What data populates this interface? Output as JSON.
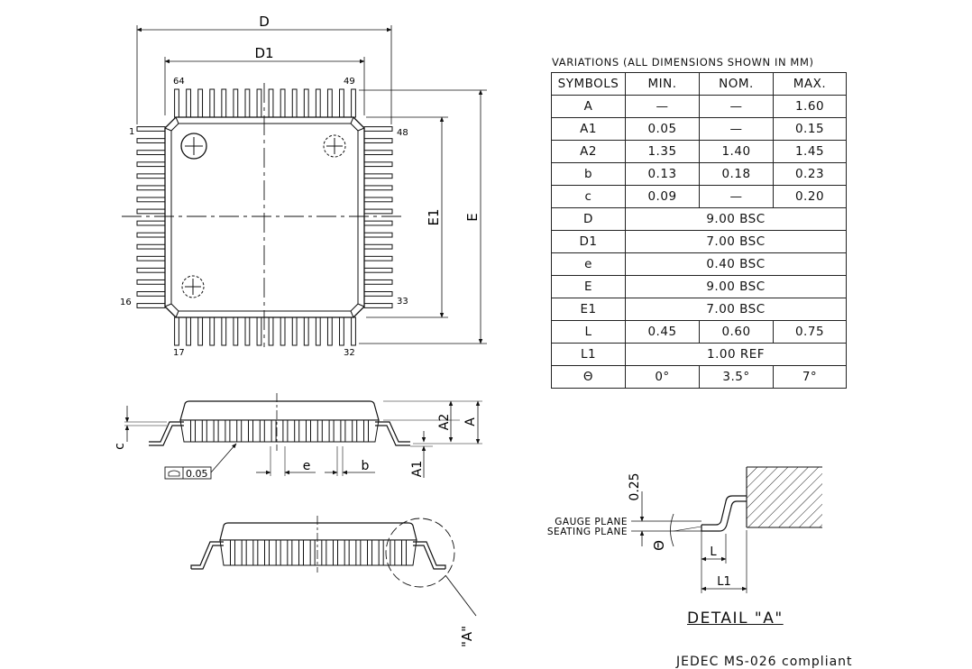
{
  "top_view": {
    "dim_D": "D",
    "dim_D1": "D1",
    "dim_E": "E",
    "dim_E1": "E1",
    "pin_labels": [
      "64",
      "49",
      "48",
      "1",
      "16",
      "33",
      "17",
      "32"
    ]
  },
  "side_view": {
    "labels": [
      "c",
      "e",
      "b",
      "A2",
      "A",
      "A1"
    ],
    "flatness": "0.05",
    "detail_callout": "\"A\""
  },
  "table": {
    "title": "VARIATIONS (ALL DIMENSIONS SHOWN IN MM)",
    "headers": [
      "SYMBOLS",
      "MIN.",
      "NOM.",
      "MAX."
    ],
    "rows": [
      [
        "A",
        "—",
        "—",
        "1.60"
      ],
      [
        "A1",
        "0.05",
        "—",
        "0.15"
      ],
      [
        "A2",
        "1.35",
        "1.40",
        "1.45"
      ],
      [
        "b",
        "0.13",
        "0.18",
        "0.23"
      ],
      [
        "c",
        "0.09",
        "—",
        "0.20"
      ],
      [
        "D",
        "9.00 BSC"
      ],
      [
        "D1",
        "7.00 BSC"
      ],
      [
        "e",
        "0.40 BSC"
      ],
      [
        "E",
        "9.00 BSC"
      ],
      [
        "E1",
        "7.00 BSC"
      ],
      [
        "L",
        "0.45",
        "0.60",
        "0.75"
      ],
      [
        "L1",
        "1.00 REF"
      ],
      [
        "Θ",
        "0°",
        "3.5°",
        "7°"
      ]
    ]
  },
  "detail": {
    "title": "DETAIL \"A\"",
    "gauge_plane": "GAUGE PLANE",
    "seating_plane": "SEATING PLANE",
    "dim_025": "0.25",
    "theta": "Θ",
    "L": "L",
    "L1": "L1"
  },
  "footer": "JEDEC MS-026 compliant"
}
